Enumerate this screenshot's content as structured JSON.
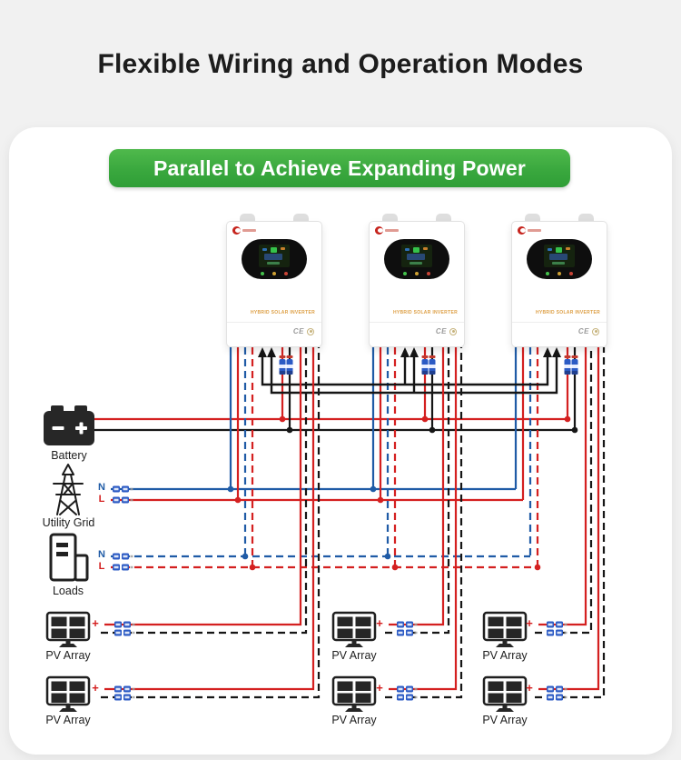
{
  "title": "Flexible Wiring and Operation Modes",
  "banner": "Parallel to Achieve Expanding Power",
  "inverters": {
    "count": 3,
    "product_text": "HYBRID SOLAR INVERTER",
    "ce_mark": "CE"
  },
  "battery": {
    "label": "Battery"
  },
  "utility_grid": {
    "label": "Utility Grid",
    "neutral": "N",
    "line": "L"
  },
  "loads": {
    "label": "Loads",
    "neutral": "N",
    "line": "L"
  },
  "pv": {
    "label": "PV Array",
    "plus": "+"
  },
  "colors": {
    "wire_red": "#d42020",
    "wire_blue": "#1f5ba6",
    "wire_black": "#161616",
    "banner_green": "#3aa83e",
    "connector_blue": "#2b5ac4",
    "background": "#f1f1f1"
  }
}
